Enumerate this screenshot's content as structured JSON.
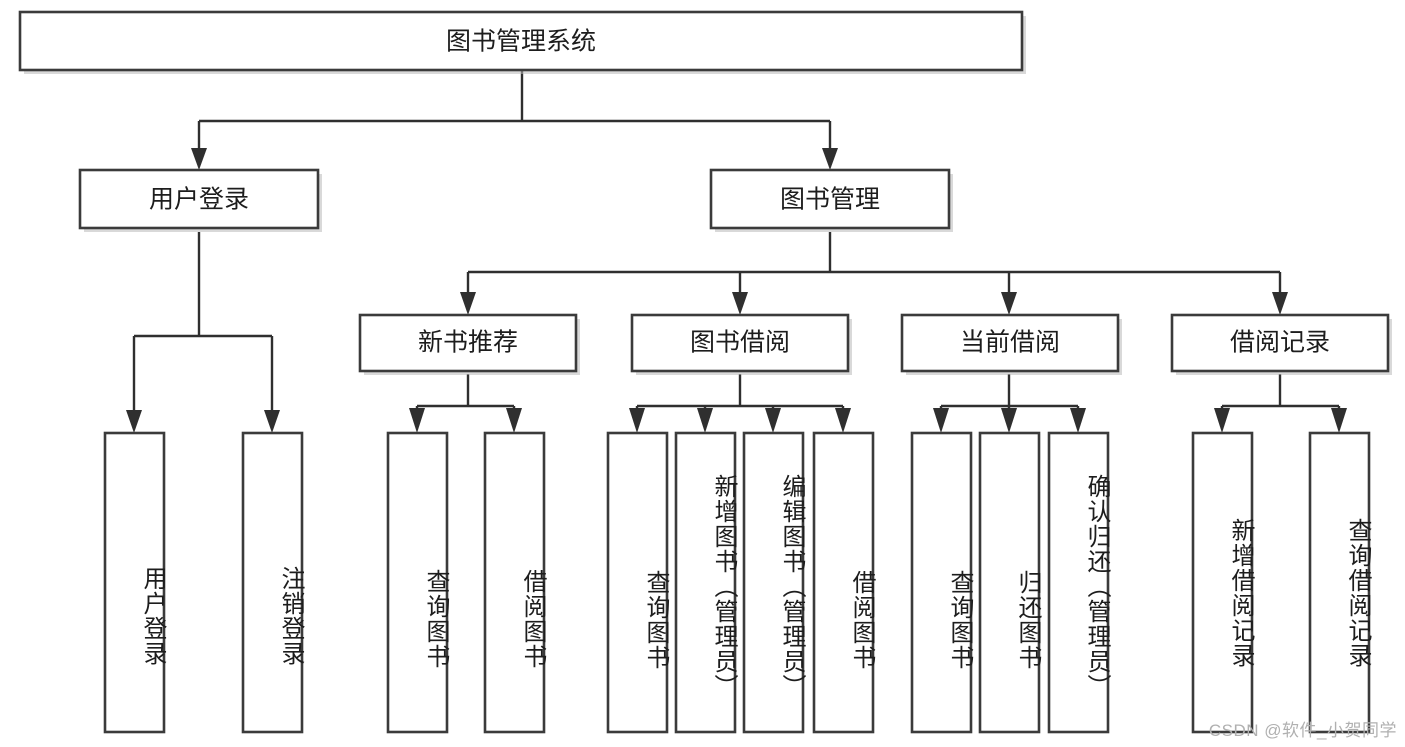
{
  "diagram": {
    "type": "tree-hierarchy",
    "title": "图书管理系统",
    "watermark": "CSDN @软件_小贺同学",
    "colors": {
      "box_stroke": "#3b3b3b",
      "connector": "#2f2f2f",
      "text": "#1d1d1d",
      "background": "#ffffff",
      "watermark": "#b0b0b0"
    },
    "root": {
      "label": "图书管理系统",
      "children": [
        {
          "label": "用户登录",
          "children": [
            {
              "label": "用户登录"
            },
            {
              "label": "注销登录"
            }
          ]
        },
        {
          "label": "图书管理",
          "children": [
            {
              "label": "新书推荐",
              "children": [
                {
                  "label": "查询图书"
                },
                {
                  "label": "借阅图书"
                }
              ]
            },
            {
              "label": "图书借阅",
              "children": [
                {
                  "label": "查询图书"
                },
                {
                  "label": "新增图书（管理员）"
                },
                {
                  "label": "编辑图书（管理员）"
                },
                {
                  "label": "借阅图书"
                }
              ]
            },
            {
              "label": "当前借阅",
              "children": [
                {
                  "label": "查询图书"
                },
                {
                  "label": "归还图书"
                },
                {
                  "label": "确认归还（管理员）"
                }
              ]
            },
            {
              "label": "借阅记录",
              "children": [
                {
                  "label": "新增借阅记录"
                },
                {
                  "label": "查询借阅记录"
                }
              ]
            }
          ]
        }
      ]
    },
    "nodes": {
      "root_title": "图书管理系统",
      "l1_user_login": "用户登录",
      "l1_book_mgmt": "图书管理",
      "l2_new_book_rec": "新书推荐",
      "l2_book_borrow": "图书借阅",
      "l2_current_borrow": "当前借阅",
      "l2_borrow_record": "借阅记录",
      "leaf_user_login": "用户登录",
      "leaf_logout": "注销登录",
      "leaf_rec_query_book": "查询图书",
      "leaf_rec_borrow_book": "借阅图书",
      "leaf_borrow_query_book": "查询图书",
      "leaf_borrow_add_book": "新增图书（管理员）",
      "leaf_borrow_edit_book": "编辑图书（管理员）",
      "leaf_borrow_borrow_book": "借阅图书",
      "leaf_cur_query_book": "查询图书",
      "leaf_cur_return_book": "归还图书",
      "leaf_cur_confirm_return": "确认归还（管理员）",
      "leaf_rec_add_record": "新增借阅记录",
      "leaf_rec_query_record": "查询借阅记录"
    }
  }
}
